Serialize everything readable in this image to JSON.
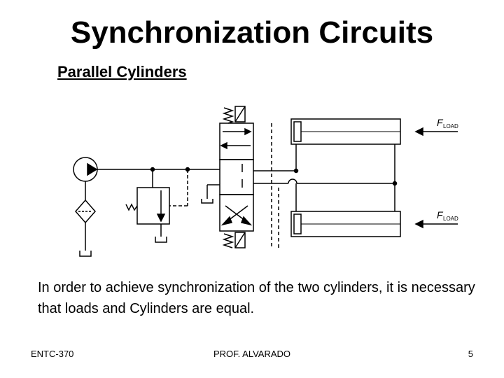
{
  "slide": {
    "title": "Synchronization Circuits",
    "subtitle": "Parallel Cylinders",
    "body": "In order to achieve synchronization of the two cylinders, it is necessary that loads and Cylinders are equal."
  },
  "diagram": {
    "force_label": "F",
    "force_subscript": "LOAD"
  },
  "footer": {
    "course": "ENTC-370",
    "instructor": "PROF. ALVARADO",
    "page_number": "5"
  }
}
